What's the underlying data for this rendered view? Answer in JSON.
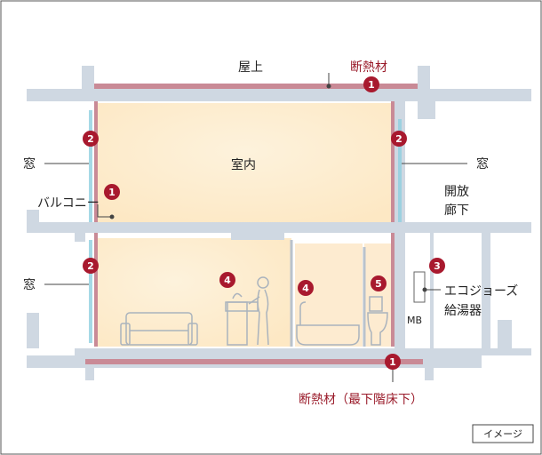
{
  "labels": {
    "rooftop": "屋上",
    "insulation": "断熱材",
    "indoor": "室内",
    "window_left_top": "窓",
    "window_right_top": "窓",
    "window_left_bottom": "窓",
    "balcony": "バルコニー",
    "open_corridor_1": "開放",
    "open_corridor_2": "廊下",
    "ecojoze_1": "エコジョーズ",
    "ecojoze_2": "給湯器",
    "mb": "MB",
    "insulation_bottom": "断熱材（最下階床下）",
    "image_note": "イメージ"
  },
  "markers": [
    {
      "id": "m-roof",
      "num": "1"
    },
    {
      "id": "m-win-left-top",
      "num": "2"
    },
    {
      "id": "m-win-right-top",
      "num": "2"
    },
    {
      "id": "m-balcony",
      "num": "1"
    },
    {
      "id": "m-win-left-bottom",
      "num": "2"
    },
    {
      "id": "m-sink",
      "num": "4"
    },
    {
      "id": "m-bath",
      "num": "4"
    },
    {
      "id": "m-toilet",
      "num": "5"
    },
    {
      "id": "m-heater",
      "num": "3"
    },
    {
      "id": "m-floor",
      "num": "1"
    }
  ],
  "colors": {
    "structure": "#cfd8e2",
    "insulation": "#c98a96",
    "marker": "#a8192e",
    "room_glow": "#fdf0d8",
    "window": "#8fd0e0"
  }
}
